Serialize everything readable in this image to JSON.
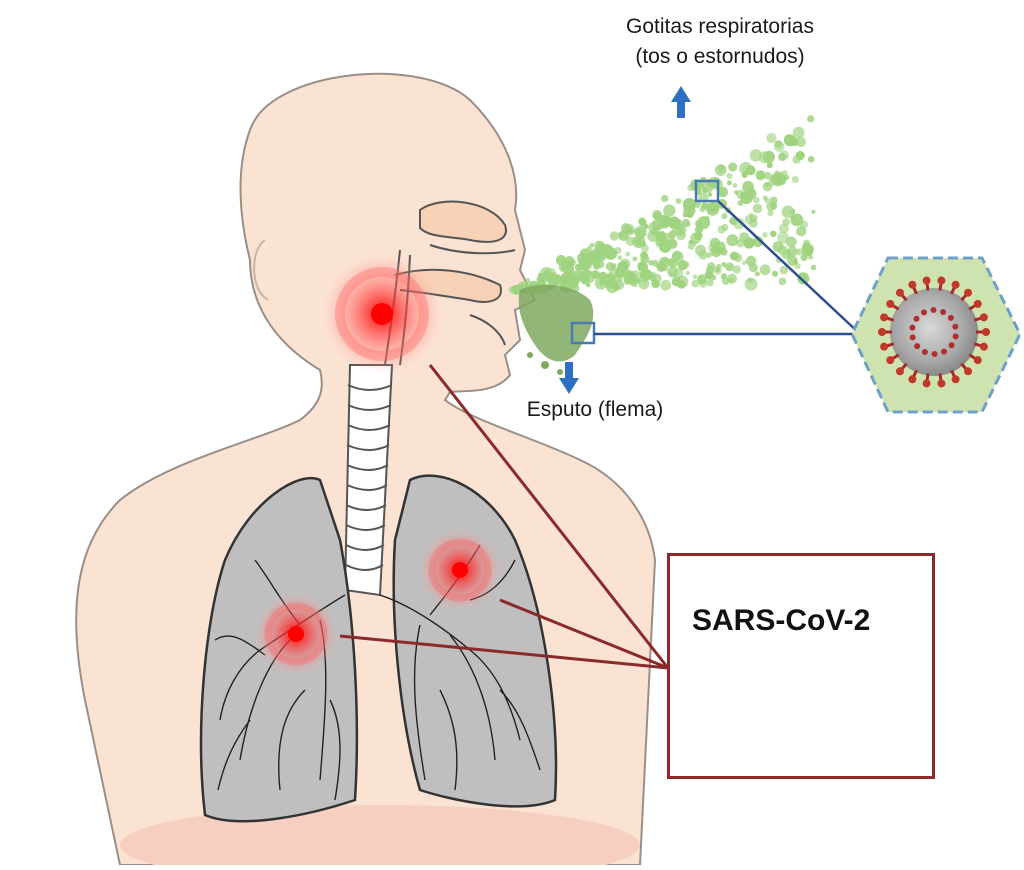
{
  "labels": {
    "droplets_line1": "Gotitas respiratorias",
    "droplets_line2": "(tos o estornudos)",
    "sputum": "Esputo (flema)",
    "virus_name": "SARS-CoV-2"
  },
  "colors": {
    "skin": "#fbe3d3",
    "skin_outline": "#9a8f88",
    "lung": "#bfbfbf",
    "droplets": "#9fd37f",
    "sputum": "#7fa860",
    "infection": "#ff1f1f",
    "arrow": "#2f6fc4",
    "box_border": "#8b2a2a",
    "zoom_line": "#2d4f8f",
    "hexagon_fill": "#cfe3b0",
    "hexagon_border": "#6fa0c8",
    "virus": "#b03030"
  },
  "icons": [
    "up-arrow-icon",
    "down-arrow-icon",
    "coronavirus-icon"
  ]
}
